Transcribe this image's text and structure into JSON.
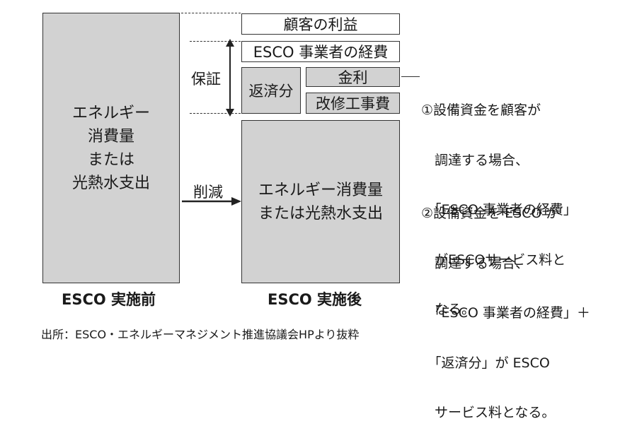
{
  "before_block": {
    "lines": [
      "エネルギー",
      "消費量",
      "または",
      "光熱水支出"
    ]
  },
  "before_label": "ESCO 実施前",
  "after_label": "ESCO 実施後",
  "reduction_label": "削減",
  "guarantee_label": "保証",
  "customer_profit": "顧客の利益",
  "esco_expense": "ESCO 事業者の経費",
  "repayment": "返済分",
  "interest": "金利",
  "renovation_cost": "改修工事費",
  "after_block": {
    "lines": [
      "エネルギー消費量",
      "または光熱水支出"
    ]
  },
  "note1": {
    "lines": [
      "①設備資金を顧客が",
      "　調達する場合、",
      "　「ESCO 事業者の経費」",
      "　がESCOサービス料と",
      "　なる。"
    ]
  },
  "note2": {
    "lines": [
      "②設備資金を ESCO が",
      "　調達する場合、",
      "　「ESCO 事業者の経費」＋",
      "　「返済分」が ESCO",
      "　サービス料となる。"
    ]
  },
  "source": "出所：ESCO・エネルギーマネジメント推進協議会HPより抜粋"
}
